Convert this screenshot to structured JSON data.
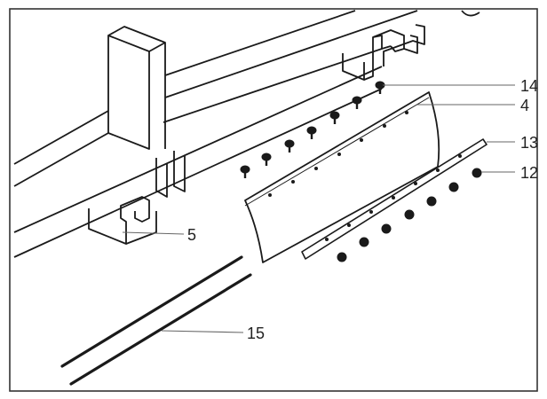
{
  "diagram": {
    "callouts": {
      "c14": "14",
      "c4": "4",
      "c13": "13",
      "c12": "12",
      "c5": "5",
      "c15": "15"
    }
  },
  "colors": {
    "stroke": "#1a1a1a",
    "border": "#333333",
    "background": "#ffffff"
  }
}
